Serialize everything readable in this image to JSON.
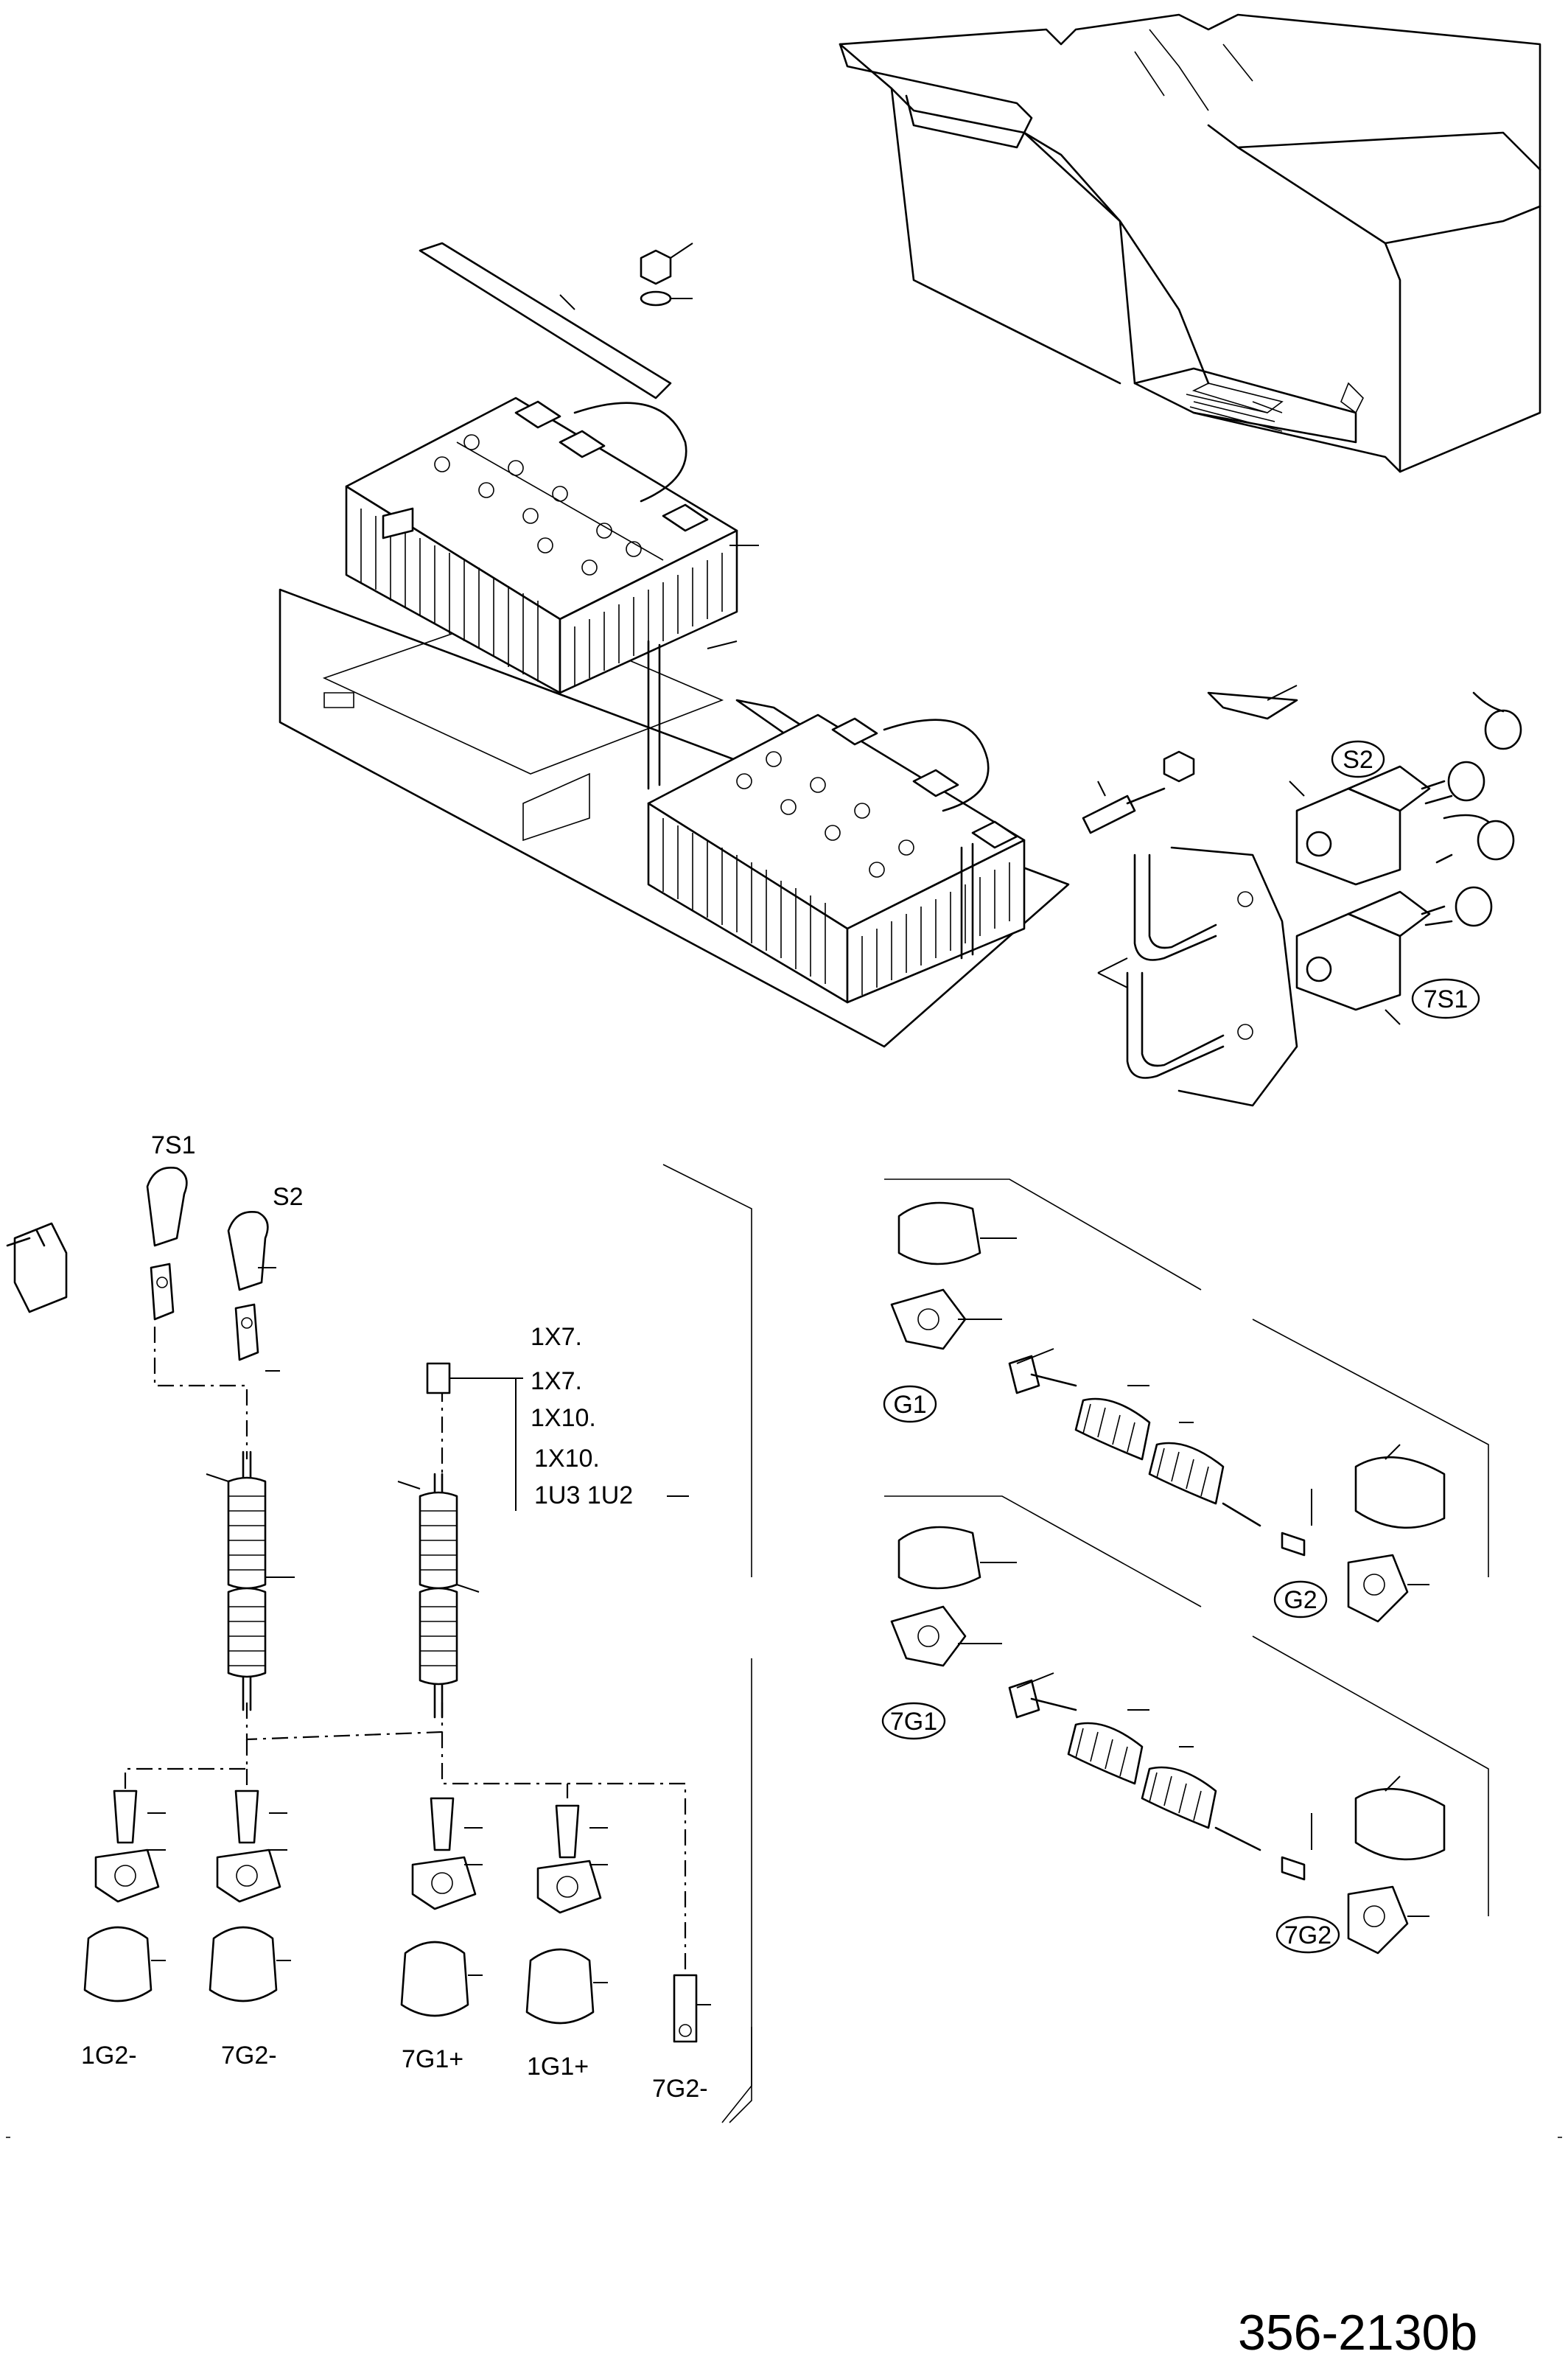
{
  "drawing": {
    "number": "356-2130b"
  },
  "top_view": {
    "labels": {
      "s2": "S2",
      "s7_1": "7S1"
    }
  },
  "wiring_view": {
    "switch_labels": {
      "s7_1": "7S1",
      "s2": "S2"
    },
    "connector_labels": [
      "1X7.",
      "1X7.",
      "1X10.",
      "1X10.",
      "1U3 1U2"
    ],
    "terminal_labels": [
      "1G2-",
      "7G2-",
      "7G1+",
      "1G1+",
      "7G2-"
    ]
  },
  "battery_views": {
    "upper": {
      "left": "G1",
      "right": "G2"
    },
    "lower": {
      "left": "7G1",
      "right": "7G2"
    }
  }
}
